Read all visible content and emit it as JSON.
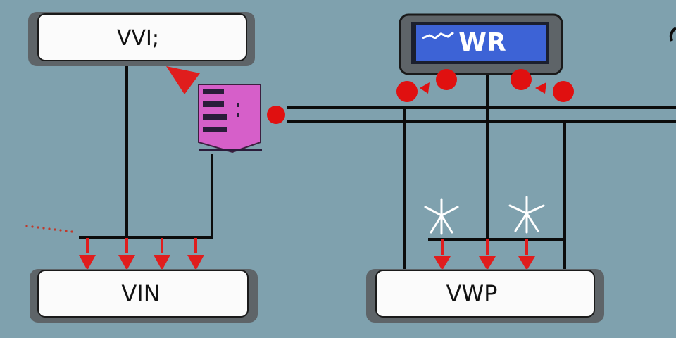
{
  "colors": {
    "background": "#7fa1ae",
    "box_fill": "#fbfbfb",
    "box_shadow": "#5e6468",
    "line": "#0c0c0c",
    "arrow": "#e01d1d",
    "node": "#e01010",
    "monitor_screen": "#3d63d6",
    "monitor_text": "#ffffff",
    "server_body": "#d65fc9",
    "server_dark": "#2a1c3a",
    "wind_icon": "#ffffff"
  },
  "nodes": {
    "top_left": {
      "label": "VVI;"
    },
    "bottom_left": {
      "label": "VIN"
    },
    "bottom_right": {
      "label": "VWP"
    },
    "monitor": {
      "label": "WR"
    }
  },
  "icons": {
    "server": "server-icon",
    "monitor": "monitor-icon",
    "wind_turbine": "wind-turbine-icon",
    "arrow_down": "arrow-down-icon",
    "connection_dot": "connection-dot-icon"
  }
}
